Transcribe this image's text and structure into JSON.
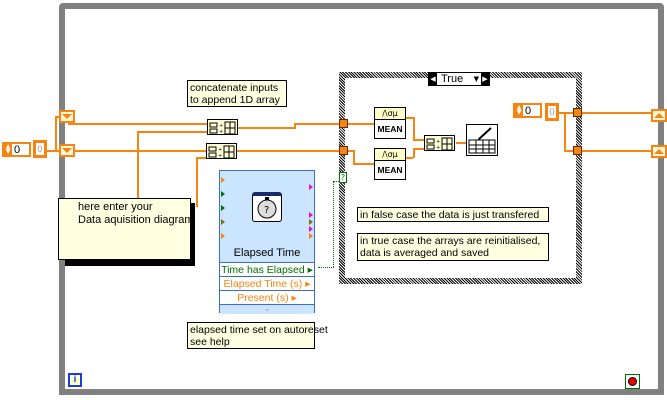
{
  "diagram": {
    "loop": {
      "info_icon_label": "i",
      "stop_icon": "stop-condition-icon"
    },
    "left_control": {
      "value": "0",
      "constant": "0"
    },
    "right_control": {
      "value": "0",
      "constant": "0"
    },
    "case_structure": {
      "selector_label": "True",
      "left_arrow": "◀",
      "right_arrow": "▶",
      "dropdown": "▼"
    },
    "mean_nodes": [
      {
        "header": "/\\σμ",
        "label": "MEAN"
      },
      {
        "header": "/\\σμ",
        "label": "MEAN"
      }
    ],
    "build_array_nodes": [
      "build-array",
      "build-array",
      "build-array"
    ],
    "write_file_icon": "write-spreadsheet-icon",
    "express_vi": {
      "title": "Elapsed Time",
      "outputs": [
        {
          "label": "Time has Elapsed ▸",
          "color": "#007000"
        },
        {
          "label": "Elapsed Time (s) ▸",
          "color": "#f58411"
        },
        {
          "label": "Present (s) ▸",
          "color": "#f58411"
        }
      ],
      "expand_glyph": "⌄"
    },
    "notes": {
      "concatenate": [
        "concatenate inputs",
        "to append 1D array"
      ],
      "data_acquisition": [
        "here enter your",
        "Data aquisition diagram"
      ],
      "false_case": "in false case the data is just transfered",
      "true_case": [
        "in true case the arrays are reinitialised,",
        "data is averaged and saved"
      ],
      "elapsed": [
        "elapsed time set on autoreset",
        "see help"
      ]
    },
    "colors": {
      "wire_numeric": "#f58411",
      "loop_border": "#808080",
      "note_bg": "#ffffe1",
      "express_bg": "#cce5ff",
      "boolean_wire": "#007000"
    }
  }
}
